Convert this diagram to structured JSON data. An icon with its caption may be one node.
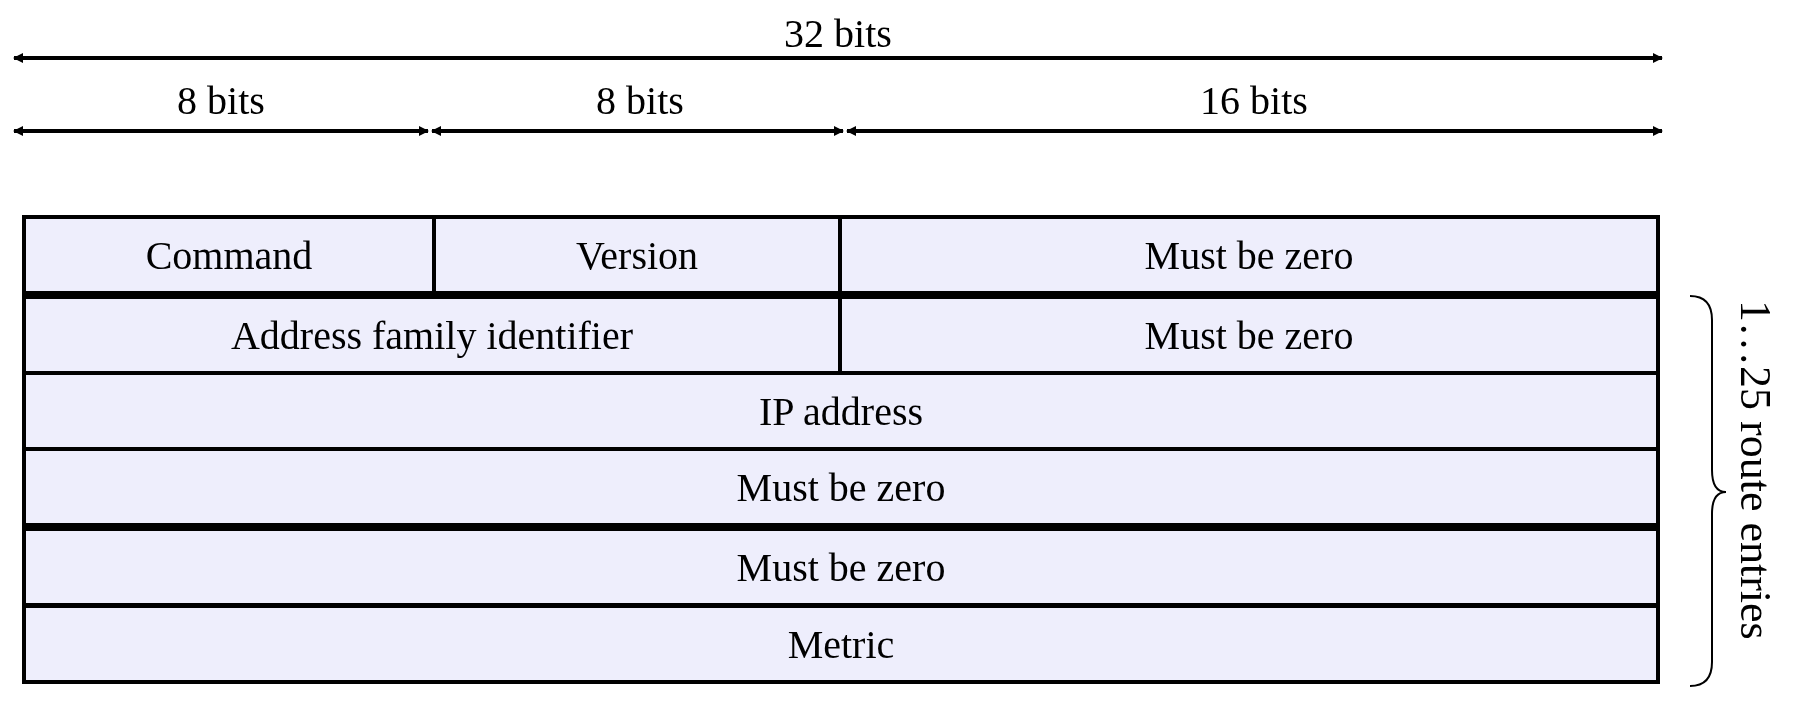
{
  "diagram": {
    "nodes": [
      {
        "text": [
          "Command"
        ]
      },
      {
        "text": [
          "Version"
        ]
      },
      {
        "text": [
          "Must be zero"
        ]
      },
      {
        "text": [
          "Address family identifier"
        ]
      },
      {
        "text": [
          "Must be zero"
        ]
      },
      {
        "text": [
          "IP address"
        ]
      },
      {
        "text": [
          "Must be zero"
        ]
      },
      {
        "text": [
          "Must be zero"
        ]
      },
      {
        "text": [
          "Metric"
        ]
      }
    ],
    "labels": [
      "32 bits",
      "8 bits",
      "8 bits",
      "16 bits",
      "1…25 route entries"
    ]
  }
}
